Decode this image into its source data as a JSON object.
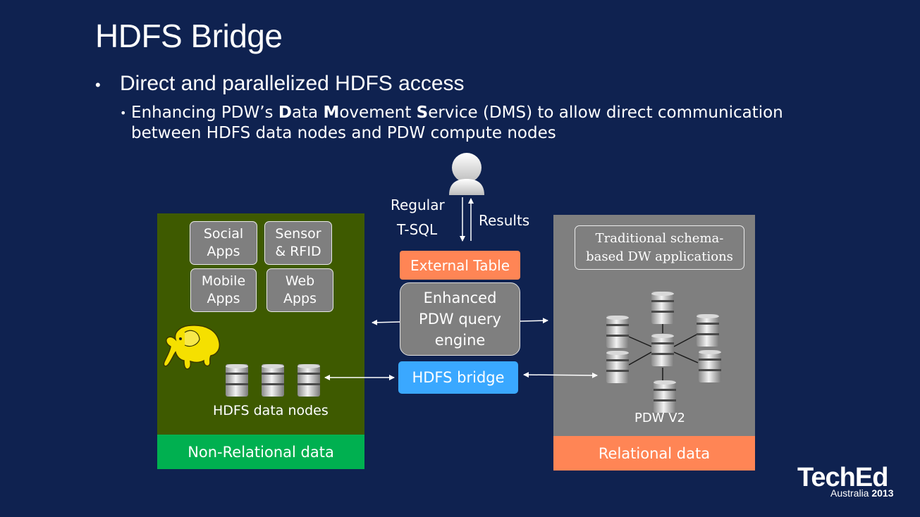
{
  "slide": {
    "title": "HDFS Bridge",
    "bullet_main": "Direct and parallelized HDFS access",
    "sub_bullet": {
      "pre1": "Enhancing PDW’s ",
      "b1": "D",
      "t1": "ata ",
      "b2": "M",
      "t2": "ovement ",
      "b3": "S",
      "t3": "ervice (DMS) to allow direct communication between HDFS data nodes and PDW compute nodes"
    }
  },
  "user_flow": {
    "request_line1": "Regular",
    "request_line2": "T-SQL",
    "response": "Results"
  },
  "center": {
    "external_table": "External Table",
    "engine_line1": "Enhanced",
    "engine_line2": "PDW query",
    "engine_line3": "engine",
    "hdfs_bridge": "HDFS bridge"
  },
  "left_panel": {
    "apps": [
      {
        "line1": "Social",
        "line2": "Apps"
      },
      {
        "line1": "Sensor",
        "line2": "& RFID"
      },
      {
        "line1": "Mobile",
        "line2": "Apps"
      },
      {
        "line1": "Web",
        "line2": "Apps"
      }
    ],
    "nodes_label": "HDFS data nodes",
    "footer": "Non-Relational data"
  },
  "right_panel": {
    "app_line1": "Traditional schema-",
    "app_line2": "based DW applications",
    "cluster_label": "PDW V2",
    "footer": "Relational data"
  },
  "logo": {
    "name": "TechEd",
    "sub_light": "Australia",
    "sub_bold": "2013"
  },
  "colors": {
    "background": "#0f2250",
    "left_panel": "#3e5a00",
    "left_footer": "#00b050",
    "right_panel": "#7f7f7f",
    "right_footer": "#ff8555",
    "external_table": "#ff8555",
    "hdfs_bridge": "#3aa8ff",
    "hadoop": "#f5e000"
  },
  "icons": [
    "user-icon",
    "hadoop-elephant-icon",
    "database-icon"
  ]
}
